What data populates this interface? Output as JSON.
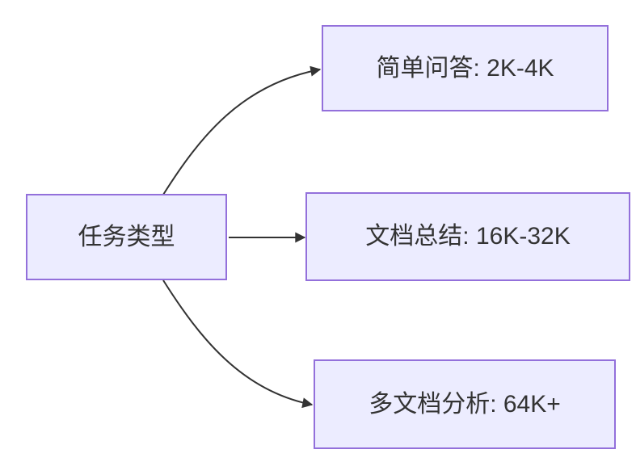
{
  "diagram": {
    "type": "flowchart-left-to-right",
    "root": {
      "id": "task-type",
      "label": "任务类型"
    },
    "nodes": [
      {
        "id": "simple-qa",
        "label": "简单问答: 2K-4K"
      },
      {
        "id": "doc-summary",
        "label": "文档总结: 16K-32K"
      },
      {
        "id": "multi-doc",
        "label": "多文档分析: 64K+"
      }
    ],
    "edges": [
      {
        "from": "任务类型",
        "to": "简单问答: 2K-4K",
        "arrow": "arrowhead-right"
      },
      {
        "from": "任务类型",
        "to": "文档总结: 16K-32K",
        "arrow": "arrowhead-right"
      },
      {
        "from": "任务类型",
        "to": "多文档分析: 64K+",
        "arrow": "arrowhead-right"
      }
    ],
    "colors": {
      "node_fill": "#ECECFF",
      "node_border": "#9370DB",
      "edge_stroke": "#333333",
      "text": "#333333",
      "background": "#FFFFFF"
    }
  }
}
